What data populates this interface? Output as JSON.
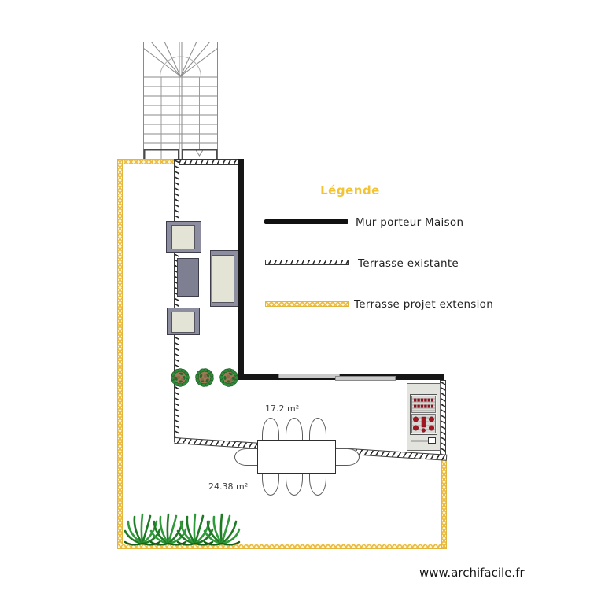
{
  "legend": {
    "title": "Légende",
    "items": [
      {
        "label": "Mur porteur Maison"
      },
      {
        "label": "Terrasse existante"
      },
      {
        "label": "Terrasse projet extension"
      }
    ]
  },
  "areas": {
    "existing_terrace_area": "17.2 m²",
    "extension_terrace_area": "24.38 m²"
  },
  "watermark": "www.archifacile.fr",
  "colors": {
    "project_yellow": "#E9BA3C",
    "wall_black": "#161616",
    "hatch_dark": "#2E2E2E",
    "furniture_frame_gray": "#8D8DA0",
    "furniture_seat_beige": "#E3E3D6",
    "shrub_green": "#2E8B3A",
    "palm_green": "#1E7D1E",
    "grill_red": "#9B1622"
  }
}
